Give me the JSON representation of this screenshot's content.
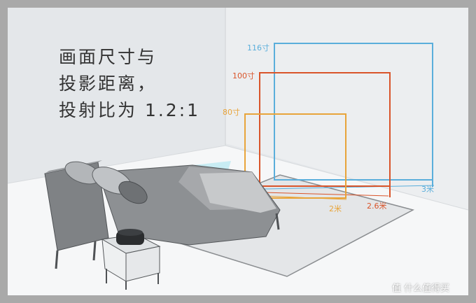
{
  "title": {
    "line1": "画面尺寸与",
    "line2": "投影距离，",
    "line3": "投射比为 1.2:1"
  },
  "screens": [
    {
      "size_label": "116寸",
      "distance_label": "3米",
      "color": "#5aaedb"
    },
    {
      "size_label": "100寸",
      "distance_label": "2.6米",
      "color": "#d9542a"
    },
    {
      "size_label": "80寸",
      "distance_label": "2米",
      "color": "#e8a43a"
    }
  ],
  "watermark": "值 什么值得买",
  "colors": {
    "wall": "#e4e7ea",
    "floor": "#f5f6f7",
    "rug": "#e6e7e8",
    "bed": "#8a8d90",
    "beam": "#bfeaf2"
  }
}
